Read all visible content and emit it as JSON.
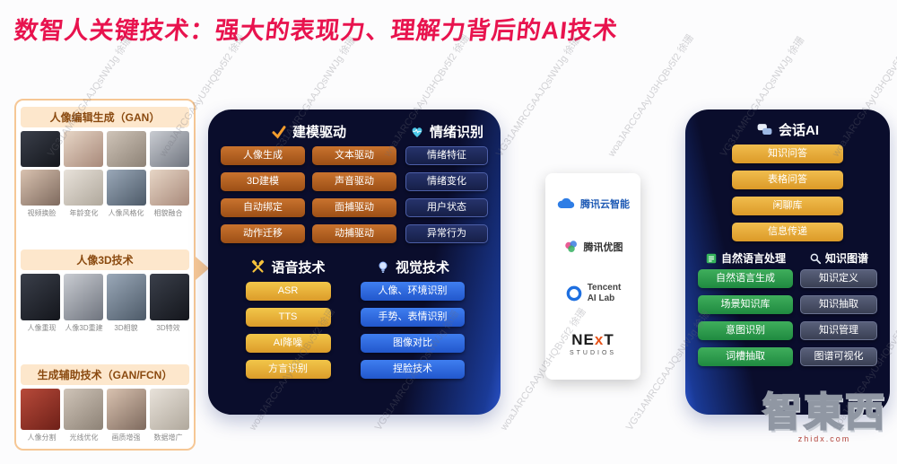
{
  "title": "数智人关键技术：强大的表现力、理解力背后的AI技术",
  "watermark": {
    "lines": [
      "woaJARCGAAyU3HQBv5f2 徐珊",
      "VG31AMRCGAAJQsNWJg 徐珊"
    ]
  },
  "left_panel": {
    "sections": [
      {
        "header": "人像编辑生成（GAN）",
        "labels": [
          "视频换脸",
          "年龄变化",
          "人像风格化",
          "相貌融合"
        ]
      },
      {
        "header": "人像3D技术",
        "labels": [
          "人像重现",
          "人像3D重建",
          "3D相貌",
          "3D特效"
        ]
      },
      {
        "header": "生成辅助技术（GAN/FCN）",
        "labels": [
          "人像分割",
          "光线优化",
          "画质增强",
          "数据增广"
        ]
      }
    ]
  },
  "model_panel": {
    "modeling": {
      "title": "建模驱动",
      "icon": "check-icon",
      "col1": [
        "人像生成",
        "3D建模",
        "自动绑定",
        "动作迁移"
      ],
      "col2": [
        "文本驱动",
        "声音驱动",
        "面捕驱动",
        "动捕驱动"
      ]
    },
    "emotion": {
      "title": "情绪识别",
      "icon": "heart-pulse-icon",
      "items": [
        "情绪特征",
        "情绪变化",
        "用户状态",
        "异常行为"
      ]
    },
    "voice": {
      "title": "语音技术",
      "icon": "tools-icon",
      "items": [
        "ASR",
        "TTS",
        "AI降噪",
        "方言识别"
      ]
    },
    "vision": {
      "title": "视觉技术",
      "icon": "bulb-icon",
      "items": [
        "人像、环境识别",
        "手势、表情识别",
        "图像对比",
        "捏脸技术"
      ]
    }
  },
  "logo_card": {
    "tencent_cloud": "腾讯云智能",
    "youtu": "腾讯优图",
    "ailab_line1": "Tencent",
    "ailab_line2": "AI Lab",
    "next_n": "NE",
    "next_x": "x",
    "next_t": "T",
    "next_studios": "STUDIOS"
  },
  "chat_panel": {
    "title": "会话AI",
    "qa_items": [
      "知识问答",
      "表格问答",
      "闲聊库",
      "信息传递"
    ],
    "nlp": {
      "title": "自然语言处理",
      "items": [
        "自然语言生成",
        "场景知识库",
        "意图识别",
        "词槽抽取"
      ]
    },
    "kg": {
      "title": "知识图谱",
      "items": [
        "知识定义",
        "知识抽取",
        "知识管理",
        "图谱可视化"
      ]
    }
  },
  "footer_logo": {
    "name": "智東西",
    "domain": "zhidx.com"
  },
  "colors": {
    "title": "#e8134e",
    "panel_bg": "#0a0d2c",
    "orange": "#b05c20",
    "gold": "#e8ac35",
    "blue": "#2f6be0",
    "green": "#2fa355",
    "navy_chip": "#1d2857",
    "gray_chip": "#4a5164"
  }
}
